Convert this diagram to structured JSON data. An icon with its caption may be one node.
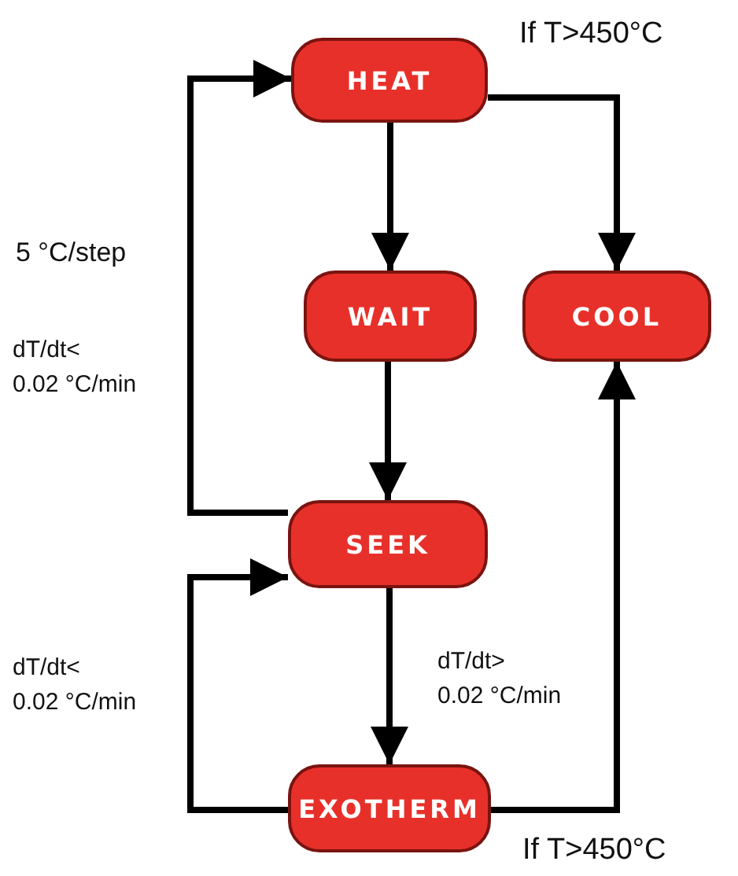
{
  "diagram": {
    "nodes": [
      {
        "text": [
          "HEAT"
        ]
      },
      {
        "text": [
          "WAIT"
        ]
      },
      {
        "text": [
          "COOL"
        ]
      },
      {
        "text": [
          "SEEK"
        ]
      },
      {
        "text": [
          "EXOTHERM"
        ]
      }
    ],
    "edges": [
      {
        "from": 0,
        "to": 1,
        "arrow": "to"
      },
      {
        "from": 1,
        "to": 3,
        "arrow": "to"
      },
      {
        "from": 3,
        "to": 0,
        "arrow": "to",
        "label": "dT/dt< 0.02 °C/min"
      },
      {
        "from": 0,
        "to": 2,
        "arrow": "to",
        "label": "If T>450°C"
      },
      {
        "from": 3,
        "to": 4,
        "arrow": "to",
        "label": "dT/dt> 0.02 °C/min"
      },
      {
        "from": 4,
        "to": 3,
        "arrow": "to",
        "label": "dT/dt< 0.02 °C/min"
      },
      {
        "from": 4,
        "to": 2,
        "arrow": "to",
        "label": "If T>450°C"
      }
    ],
    "labels": [
      "5 °C/step"
    ]
  }
}
